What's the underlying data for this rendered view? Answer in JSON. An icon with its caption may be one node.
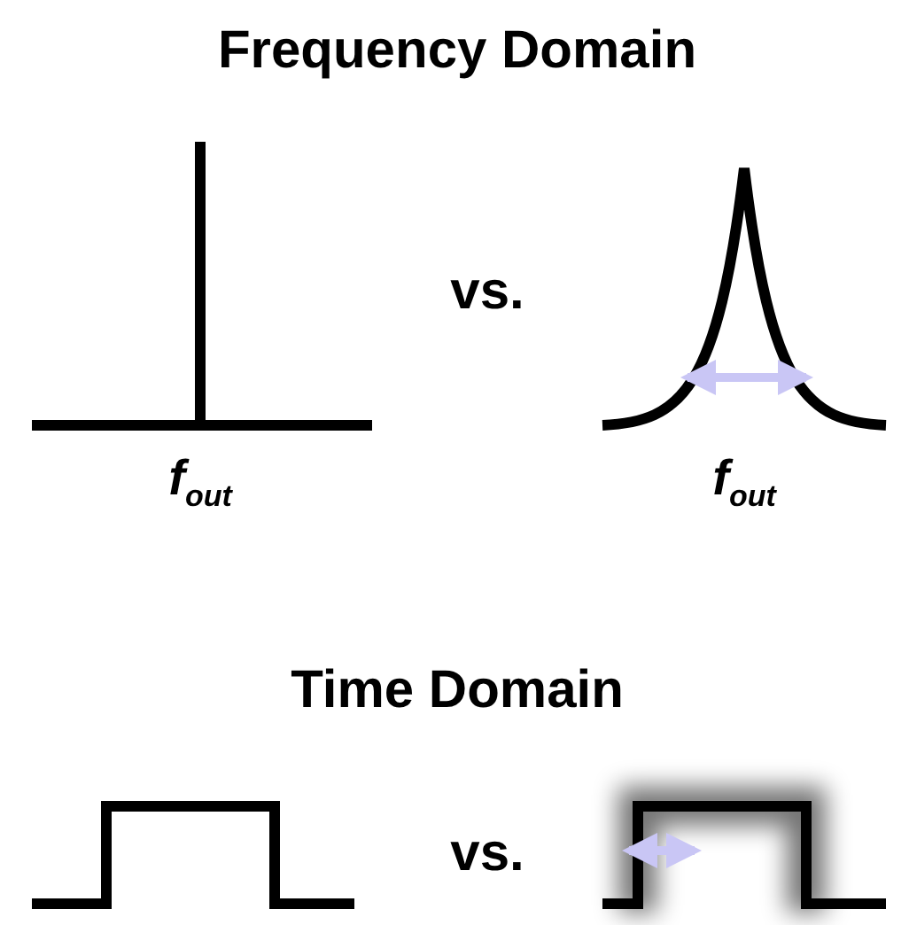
{
  "diagram": {
    "labels": [
      "Frequency Domain",
      "vs.",
      "f$_{out}$",
      "f$_{out}$",
      "Time Domain",
      "vs."
    ]
  }
}
